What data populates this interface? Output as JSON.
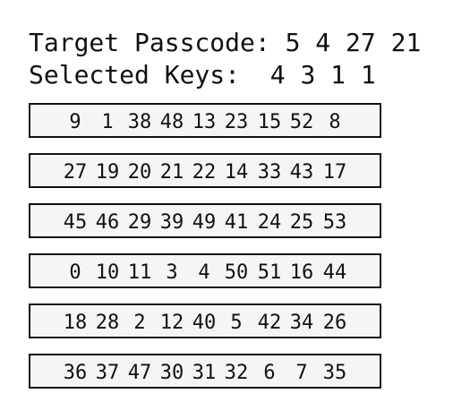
{
  "header": {
    "target_label": "Target Passcode:",
    "target_value": "5 4 27 21",
    "selected_label": "Selected Keys:",
    "selected_value": "4 3 1 1"
  },
  "rows": [
    [
      "9",
      "1",
      "38",
      "48",
      "13",
      "23",
      "15",
      "52",
      "8"
    ],
    [
      "27",
      "19",
      "20",
      "21",
      "22",
      "14",
      "33",
      "43",
      "17"
    ],
    [
      "45",
      "46",
      "29",
      "39",
      "49",
      "41",
      "24",
      "25",
      "53"
    ],
    [
      "0",
      "10",
      "11",
      "3",
      "4",
      "50",
      "51",
      "16",
      "44"
    ],
    [
      "18",
      "28",
      "2",
      "12",
      "40",
      "5",
      "42",
      "34",
      "26"
    ],
    [
      "36",
      "37",
      "47",
      "30",
      "31",
      "32",
      "6",
      "7",
      "35"
    ]
  ]
}
